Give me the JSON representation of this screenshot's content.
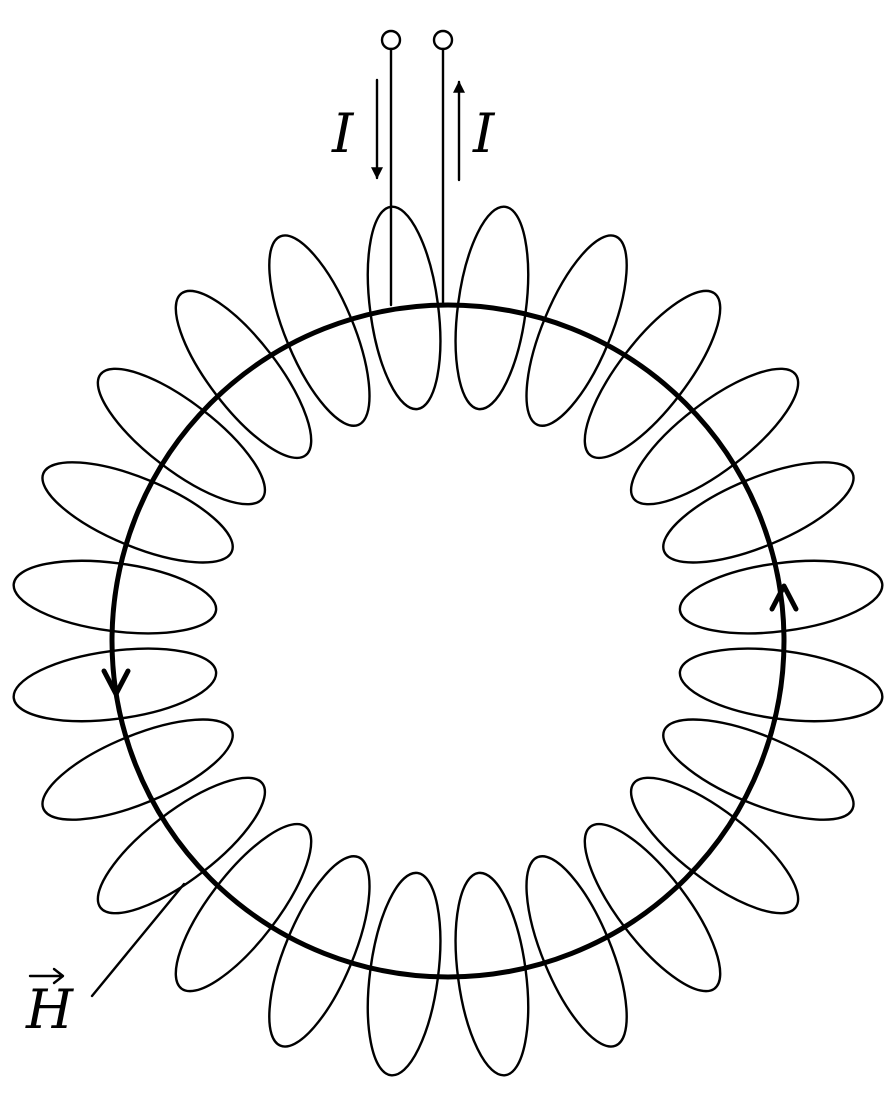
{
  "diagram": {
    "current_label_left": "I",
    "current_label_right": "I",
    "field_label": "H",
    "turn_count": 24,
    "stroke_color": "#000000",
    "background_color": "#ffffff",
    "field_direction": "counterclockwise"
  }
}
